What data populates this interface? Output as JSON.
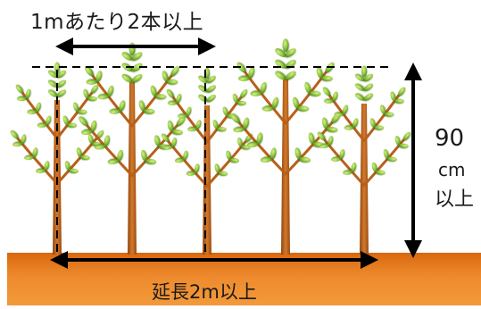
{
  "labels": {
    "top": "1mあたり2本以上",
    "height_value": "90",
    "height_unit": "cm",
    "height_suffix": "以上",
    "bottom": "延長2m以上"
  },
  "colors": {
    "ground": "#e07418",
    "trunk": "#c0661a",
    "leaf_light": "#a6d75a",
    "leaf_dark": "#4f8a1c",
    "line": "#000000"
  },
  "icons": [
    "tree-icon",
    "leaf-icon",
    "double-arrow-icon",
    "dashed-line"
  ]
}
